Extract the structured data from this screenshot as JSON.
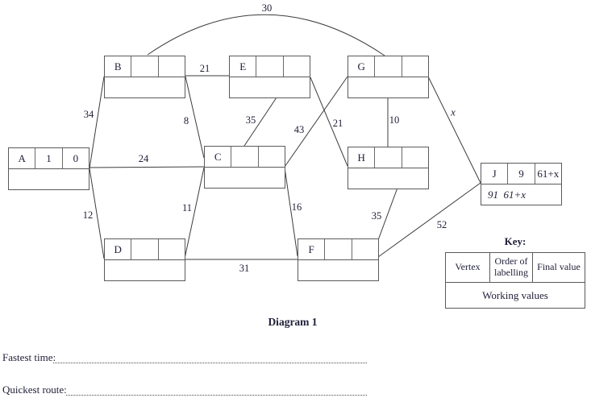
{
  "diagram": {
    "caption": "Diagram 1",
    "vertices": {
      "A": {
        "label": "A",
        "order": "1",
        "final": "0",
        "working": ""
      },
      "B": {
        "label": "B",
        "order": "",
        "final": "",
        "working": ""
      },
      "C": {
        "label": "C",
        "order": "",
        "final": "",
        "working": ""
      },
      "D": {
        "label": "D",
        "order": "",
        "final": "",
        "working": ""
      },
      "E": {
        "label": "E",
        "order": "",
        "final": "",
        "working": ""
      },
      "F": {
        "label": "F",
        "order": "",
        "final": "",
        "working": ""
      },
      "G": {
        "label": "G",
        "order": "",
        "final": "",
        "working": ""
      },
      "H": {
        "label": "H",
        "order": "",
        "final": "",
        "working": ""
      },
      "J": {
        "label": "J",
        "order": "9",
        "final": "61+x",
        "working": "91  61+x"
      }
    },
    "edges": {
      "BG": {
        "weight": "30"
      },
      "AB": {
        "weight": "34"
      },
      "AC": {
        "weight": "24"
      },
      "AD": {
        "weight": "12"
      },
      "BE": {
        "weight": "21"
      },
      "BC": {
        "weight": "8"
      },
      "EC": {
        "weight": "35"
      },
      "CG": {
        "weight": "43"
      },
      "EH": {
        "weight": "21"
      },
      "GH": {
        "weight": "10"
      },
      "GJ": {
        "weight": "x"
      },
      "DC": {
        "weight": "11"
      },
      "DF": {
        "weight": "31"
      },
      "CF": {
        "weight": "16"
      },
      "HF": {
        "weight": "35"
      },
      "FJ": {
        "weight": "52"
      }
    }
  },
  "key": {
    "title": "Key:",
    "header": {
      "vertex": "Vertex",
      "order": "Order of labelling",
      "final": "Final value"
    },
    "working": "Working values"
  },
  "answers": {
    "fastest_label": "Fastest time:",
    "quickest_label": "Quickest route:"
  }
}
